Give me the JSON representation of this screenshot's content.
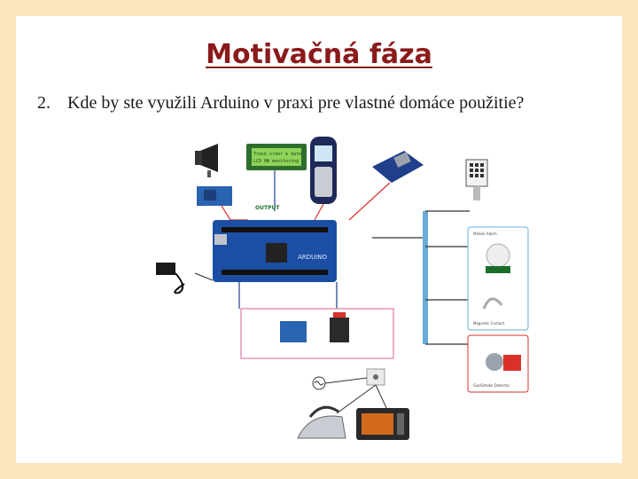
{
  "slide": {
    "title": "Motivačná fáza",
    "question_number": "2.",
    "question_text": "Kde by ste využili Arduino v praxi pre vlastné domáce použitie?"
  },
  "figure": {
    "lcd_text_line1": "Track order & date",
    "lcd_text_line2": "LCD HW monitoring",
    "board_text": "ARDUINO",
    "output_label": "OUTPUT",
    "sensor_labels": [
      "Motion Alarm",
      "Magnetic Contact",
      "Gas/Smoke Detector"
    ]
  },
  "colors": {
    "background": "#fbe6c0",
    "title": "#8b1a1a",
    "board": "#1c4fa3",
    "wire_red": "#d9302a",
    "panel_pink": "#e07aa8",
    "panel_blue": "#6aaed8"
  }
}
